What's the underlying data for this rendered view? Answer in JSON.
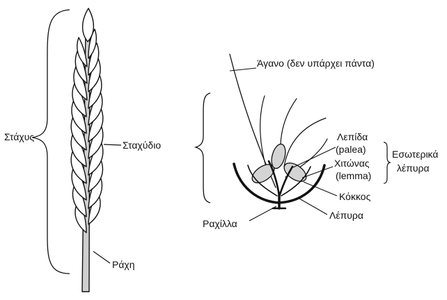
{
  "labels": {
    "stachys": "Στάχυς",
    "stachydio": "Σταχύδιο",
    "rachi": "Ράχη",
    "agano": "Άγανο (δεν υπάρχει πάντα)",
    "lepida": "Λεπίδα",
    "palea": "(palea)",
    "chitonas": "Χιτώνας",
    "lemma": "(lemma)",
    "eswterika": "Εσωτερικά",
    "lepyra_inner": "λέπυρα",
    "kokkos": "Κόκκος",
    "lepyra": "Λέπυρα",
    "raxilla": "Ραχίλλα"
  },
  "colors": {
    "ink": "#111111",
    "fill": "#d4d4d4",
    "paper": "#ffffff"
  }
}
